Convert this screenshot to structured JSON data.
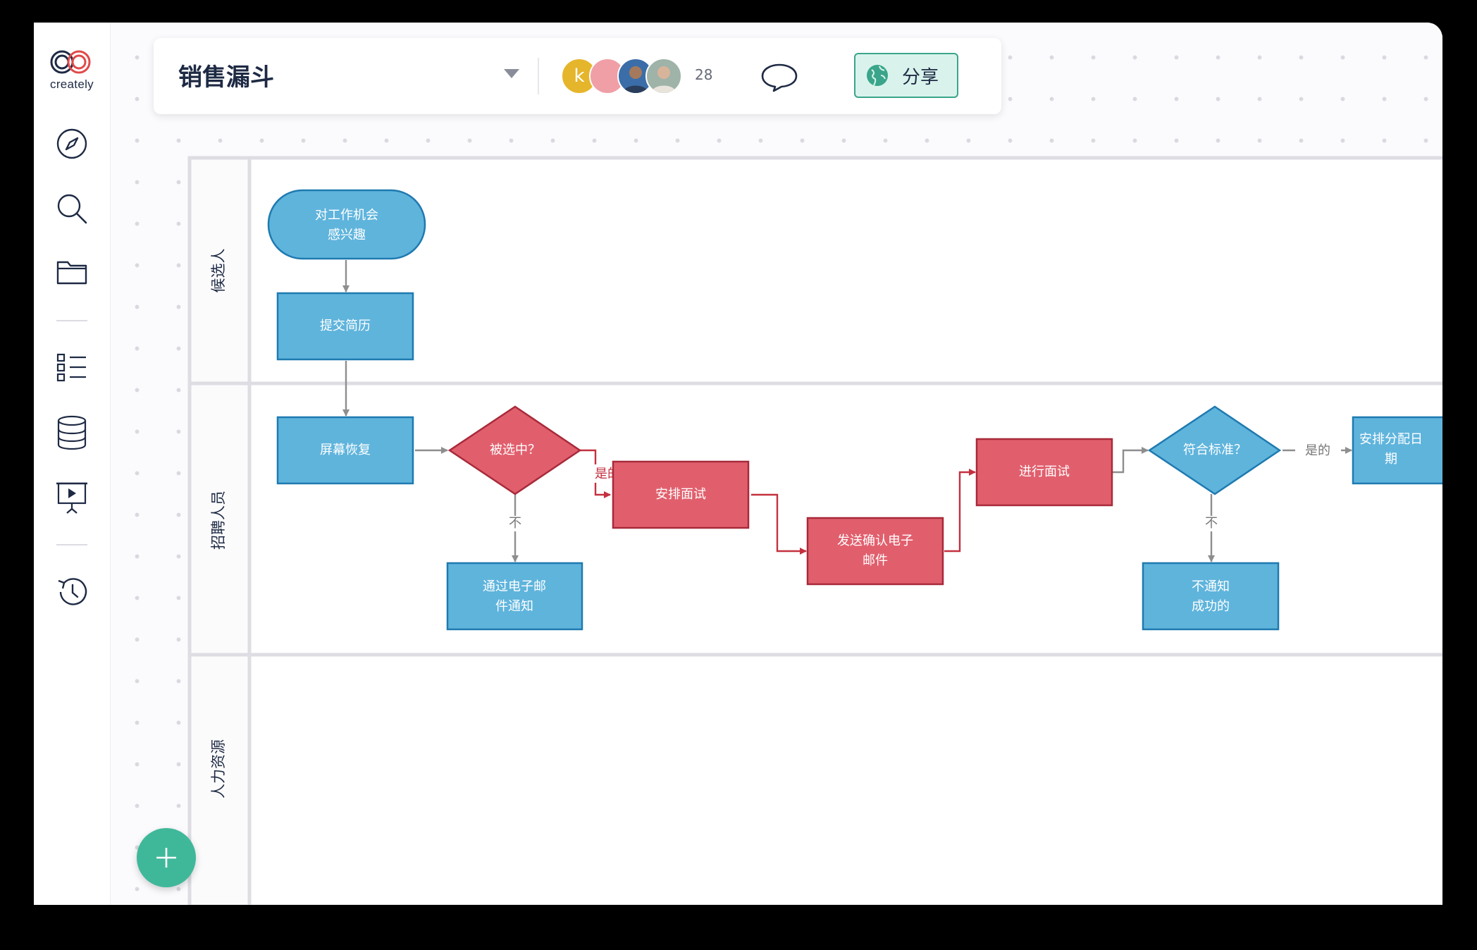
{
  "app": {
    "logo_text": "creately"
  },
  "sidebar": {
    "items": [
      {
        "icon": "compass-icon"
      },
      {
        "icon": "search-icon"
      },
      {
        "icon": "folder-icon"
      },
      {
        "icon": "checklist-icon"
      },
      {
        "icon": "database-icon"
      },
      {
        "icon": "presentation-icon"
      },
      {
        "icon": "history-icon"
      }
    ]
  },
  "topbar": {
    "title": "销售漏斗",
    "avatars": [
      {
        "initial": "k",
        "color": "#e5b52b"
      },
      {
        "initial": "",
        "color": "#f09fa6"
      },
      {
        "initial": "",
        "color": "#3b6ea8"
      },
      {
        "initial": "",
        "color": "#9fb3a8"
      }
    ],
    "collaborator_count": "28",
    "share_label": "分享"
  },
  "diagram": {
    "lanes": [
      "候选人",
      "招聘人员",
      "人力资源"
    ],
    "nodes": {
      "interested": [
        "对工作机会",
        "感兴趣"
      ],
      "submit": [
        "提交简历"
      ],
      "screen": [
        "屏幕恢复"
      ],
      "selected": [
        "被选中？"
      ],
      "notify_email": [
        "通过电子邮",
        "件通知"
      ],
      "schedule": [
        "安排面试"
      ],
      "confirm_email": [
        "发送确认电子",
        "邮件"
      ],
      "interview": [
        "进行面试"
      ],
      "criteria": [
        "符合标准？"
      ],
      "not_notify": [
        "不通知",
        "成功的"
      ],
      "assign_date": [
        "安排分配日",
        "期"
      ]
    },
    "edge_labels": {
      "yes": "是的",
      "no": "不"
    },
    "colors": {
      "blue_fill": "#5fb4dc",
      "blue_stroke": "#1f7ab0",
      "red_fill": "#e15f6d",
      "red_stroke": "#a82a3a",
      "gray_edge": "#8e8e8e",
      "red_edge": "#c4303f"
    }
  },
  "fab": {
    "icon": "plus-icon"
  }
}
